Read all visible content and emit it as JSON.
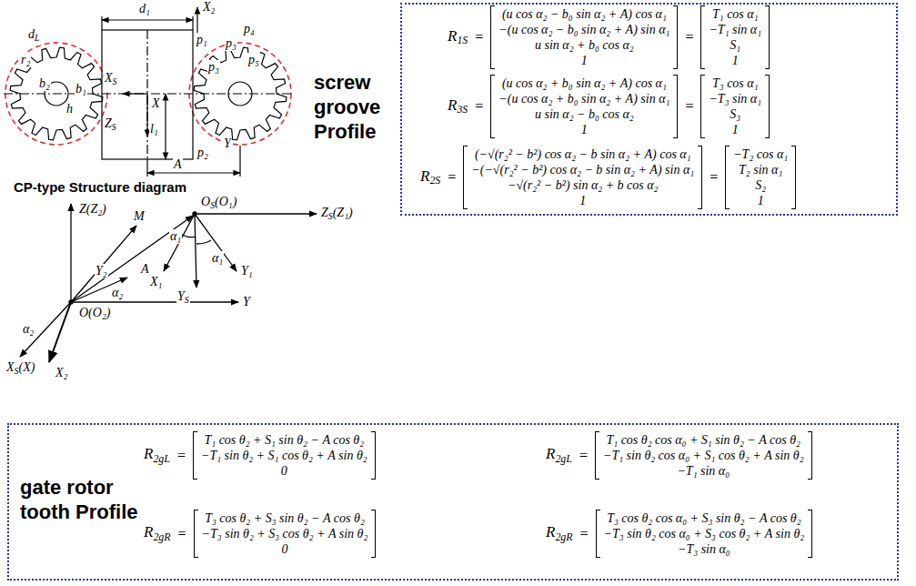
{
  "diagram": {
    "nodes": [
      {
        "text": [
          "screw groove Profile"
        ]
      },
      {
        "text": [
          "gate rotor tooth Profile"
        ]
      }
    ],
    "labels": [
      "d₁",
      "X₂",
      "d",
      "L",
      "p₁",
      "p₄",
      "p₃",
      "p₅",
      "p₃",
      "X",
      "S",
      "X",
      "Z",
      "S",
      "l₁",
      "A",
      "p₂",
      "Y",
      "b₂",
      "b₁",
      "h",
      "r₂",
      "CP-type Structure diagram",
      "Z(Z₂)",
      "O",
      "S",
      "(O₁)",
      "Z",
      "S",
      "(Z₁)",
      "M",
      "A",
      "α₁",
      "Y₂",
      "X₁",
      "α₁",
      "Y₁",
      "Y",
      "S",
      "α₂",
      "Y",
      "O(O₂)",
      "α₂",
      "X",
      "S",
      "(X)",
      "X₂",
      "R",
      "1S",
      "=",
      "(u cos α₂ − b₀ sin α₂ + A) cos α₁",
      "−(u cos α₂ − b₀ sin α₂ + A) sin α₁",
      "u sin α₂ + b₀ cos α₂",
      "1",
      "=",
      "T₁ cos α₁",
      "−T₁ sin α₁",
      "S₁",
      "1",
      "R",
      "3S",
      "=",
      "(u cos α₂ + b₀ sin α₂ + A) cos α₁",
      "−(u cos α₂ + b₀ sin α₂ + A) sin α₁",
      "u sin α₂ − b₀ cos α₂",
      "1",
      "=",
      "T₃ cos α₁",
      "−T₃ sin α₁",
      "S₃",
      "1",
      "R",
      "2S",
      "=",
      "(−√(r₂² − b²) cos α₂ − b sin α₂ + A) cos α₁",
      "−(−√(r₂² − b²) cos α₂ − b sin α₂ + A) sin α₁",
      "−√(r₂² − b²) sin α₂ + b cos α₂",
      "1",
      "=",
      "−T₂ cos α₁",
      "T₂ sin α₁",
      "S₂",
      "1",
      "R",
      "2gL",
      "=",
      "T₁ cos θ₂ + S₁ sin θ₂ − A cos θ₂",
      "−T₁ sin θ₂ + S₁ cos θ₂ + A sin θ₂",
      "0",
      "R",
      "2gR",
      "=",
      "T₃ cos θ₂ + S₃ sin θ₂ − A cos θ₂",
      "−T₃ sin θ₂ + S₃ cos θ₂ + A sin θ₂",
      "0",
      "R",
      "2gL",
      "=",
      "T₁ cos θ₂ cos α₀ + S₁ sin θ₂ − A cos θ₂",
      "−T₁ sin θ₂ cos α₀ + S₁ cos θ₂ + A sin θ₂",
      "−T₁ sin α₀",
      "R",
      "2gR",
      "=",
      "T₃ cos θ₂ cos α₀ + S₃ sin θ₂ − A cos θ₂",
      "−T₃ sin θ₂ cos α₀ + S₃ cos θ₂ + A sin θ₂",
      "−T₃ sin α₀"
    ]
  }
}
